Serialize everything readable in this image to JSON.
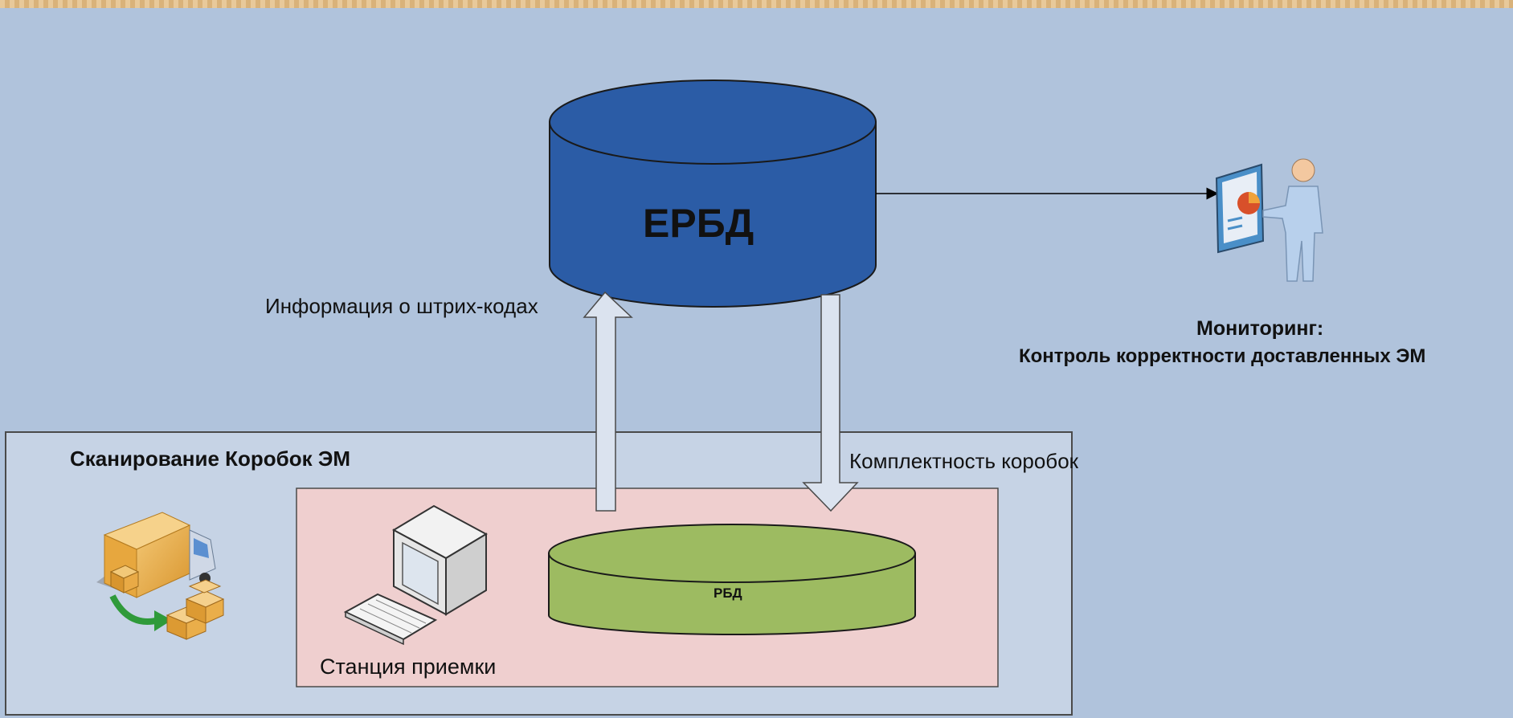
{
  "central_db": {
    "label": "ЕРБД"
  },
  "monitoring": {
    "title": "Мониторинг:",
    "subtitle": "Контроль корректности доставленных ЭМ"
  },
  "arrow_up": {
    "label": "Информация о штрих-кодах"
  },
  "arrow_down": {
    "label": "Комплектность коробок"
  },
  "scanning_group": {
    "title": "Сканирование Коробок ЭМ"
  },
  "station": {
    "label": "Станция приемки"
  },
  "regional_db": {
    "label": "РБД"
  },
  "icons": [
    "database-icon",
    "monitor-user-icon",
    "delivery-truck-icon",
    "workstation-computer-icon"
  ],
  "colors": {
    "background": "#b0c3dc",
    "db_blue": "#2b5ca6",
    "rbd_green": "#9dbb61",
    "station_pink": "#efcfcf",
    "group_fill": "#c6d3e5"
  }
}
